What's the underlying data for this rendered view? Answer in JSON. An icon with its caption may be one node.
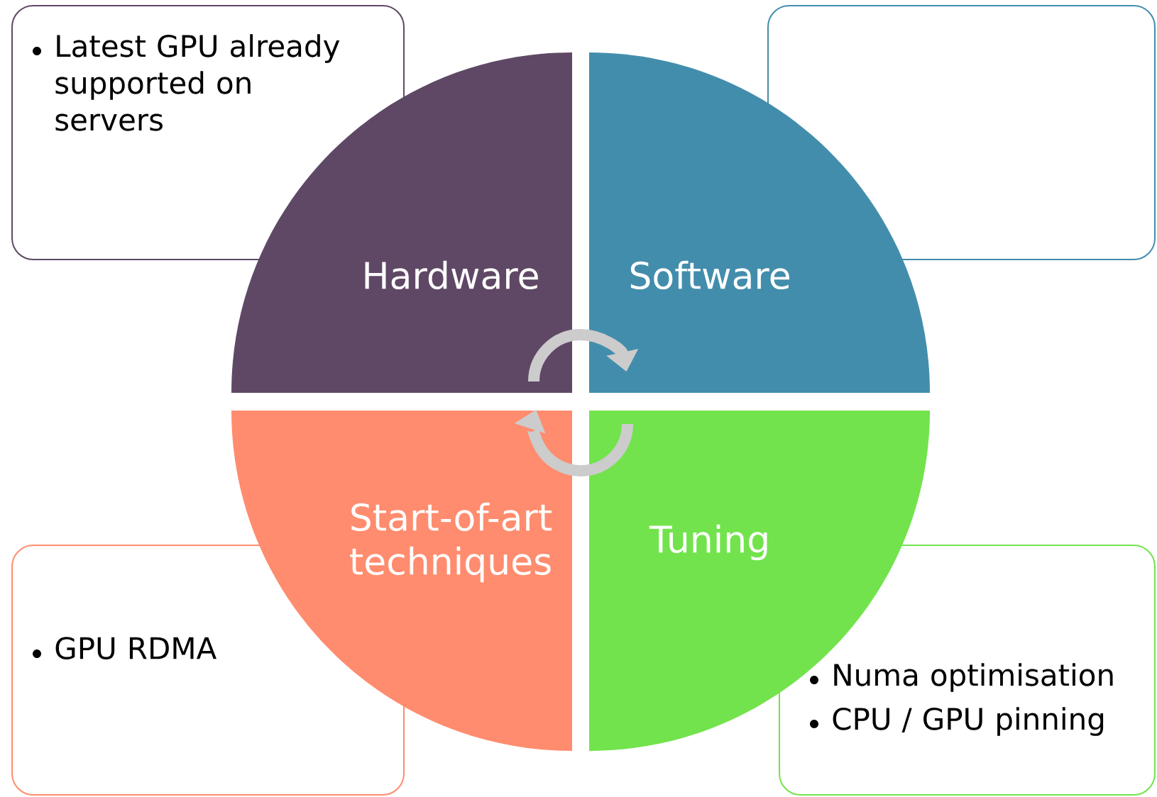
{
  "diagram": {
    "nodes": [
      {
        "text": [
          "Latest GPU already supported on servers"
        ]
      },
      {
        "text": [],
        "shape": "box"
      },
      {
        "text": [
          "GPU RDMA"
        ]
      },
      {
        "text": [
          "Numa optimisation",
          "CPU / GPU pinning"
        ]
      },
      {
        "text": [
          "Hardware"
        ]
      },
      {
        "text": [
          "Software"
        ]
      },
      {
        "text": [
          "Start-of-art techniques"
        ]
      },
      {
        "text": [
          "Tuning"
        ]
      }
    ],
    "edges": [
      {
        "from": 4,
        "to": 5,
        "arrow": "to"
      },
      {
        "from": 7,
        "to": 6,
        "arrow": "to"
      }
    ]
  }
}
